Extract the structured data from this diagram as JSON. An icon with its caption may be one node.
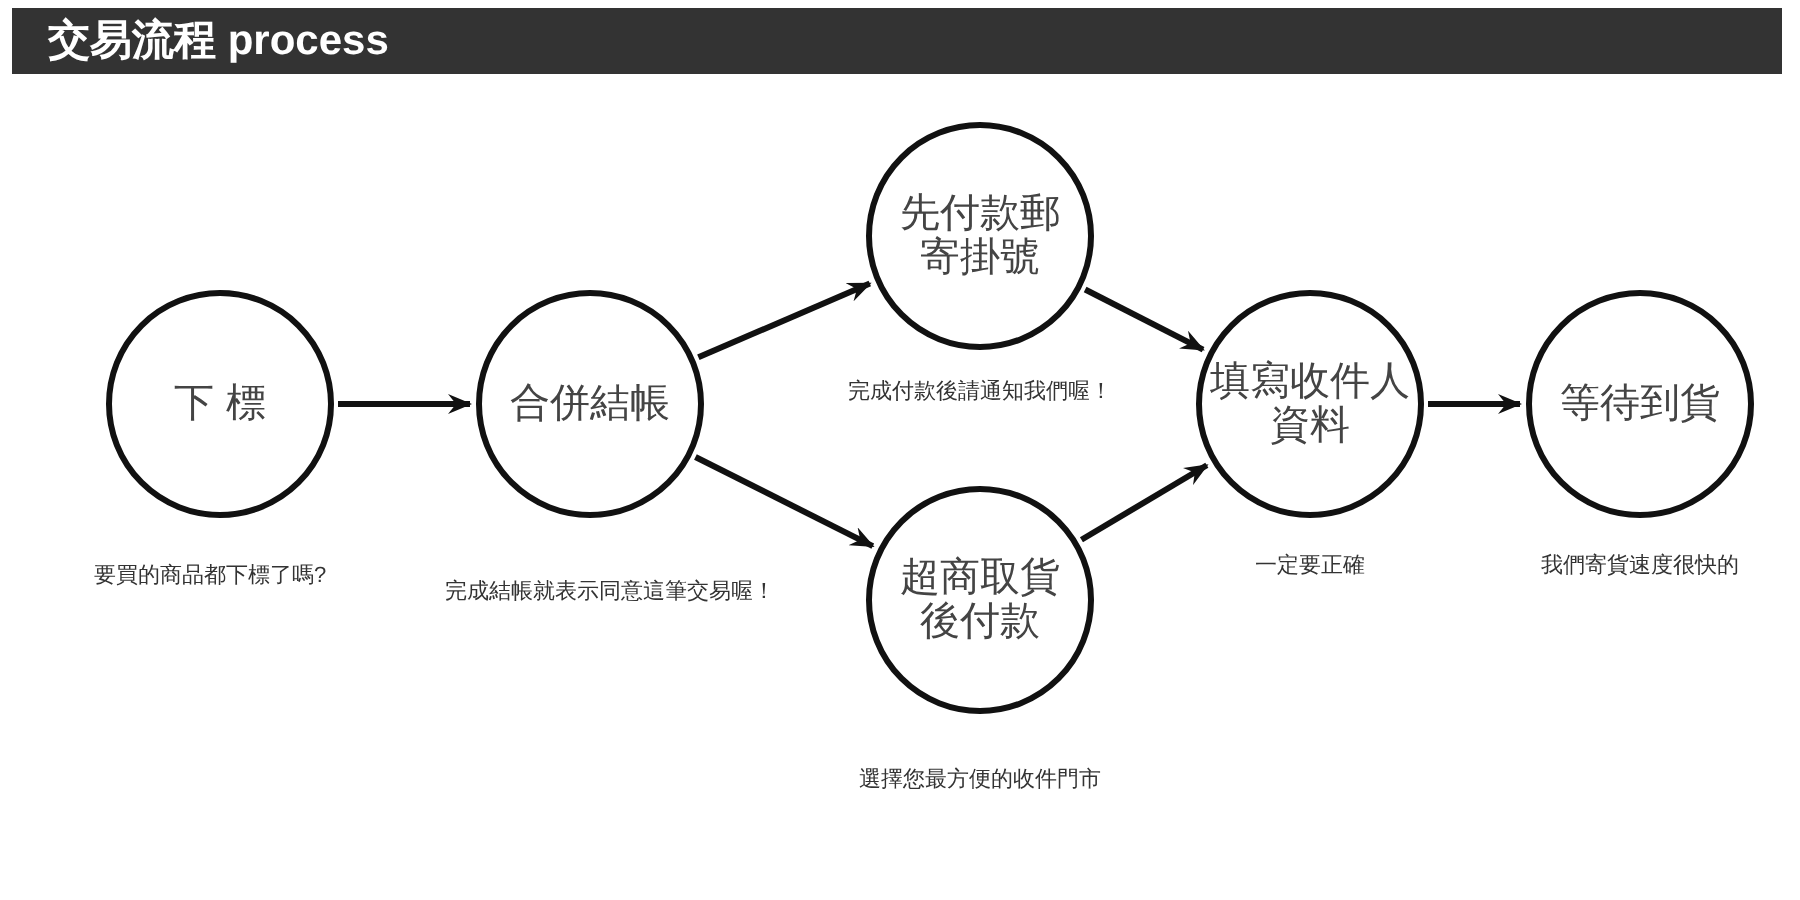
{
  "diagram": {
    "title": "交易流程 process",
    "nodes": [
      {
        "text": [
          "下 標"
        ],
        "beside": [
          "要買的商品都下標了嗎?"
        ]
      },
      {
        "text": [
          "合併結帳"
        ],
        "beside": [
          "完成結帳就表示同意這筆交易喔！"
        ]
      },
      {
        "text": [
          "先付款郵寄掛號"
        ],
        "beside": [
          "完成付款後請通知我們喔！"
        ]
      },
      {
        "text": [
          "超商取貨後付款"
        ],
        "beside": [
          "選擇您最方便的收件門市"
        ]
      },
      {
        "text": [
          "填寫收件人資料"
        ],
        "beside": [
          "一定要正確"
        ]
      },
      {
        "text": [
          "等待到貨"
        ],
        "beside": [
          "我們寄貨速度很快的"
        ]
      }
    ],
    "edges": [
      {
        "from": 0,
        "to": 1,
        "arrow": "to"
      },
      {
        "from": 1,
        "to": 2,
        "arrow": "to"
      },
      {
        "from": 1,
        "to": 3,
        "arrow": "to"
      },
      {
        "from": 2,
        "to": 4,
        "arrow": "to"
      },
      {
        "from": 3,
        "to": 4,
        "arrow": "to"
      },
      {
        "from": 4,
        "to": 5,
        "arrow": "to"
      }
    ]
  }
}
